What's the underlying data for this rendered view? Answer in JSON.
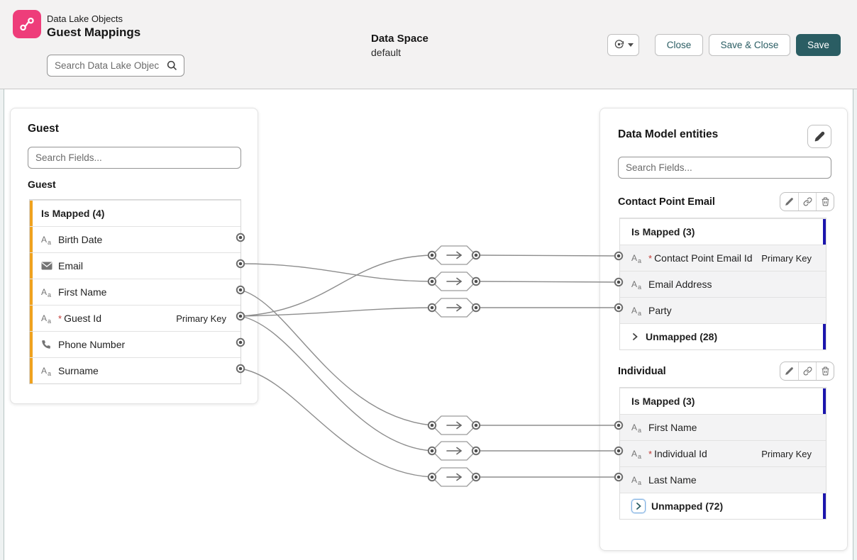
{
  "header": {
    "app_icon": "data-mapping-icon",
    "breadcrumb": "Data Lake Objects",
    "title": "Guest Mappings",
    "search_placeholder": "Search Data Lake Objec",
    "data_space_label": "Data Space",
    "data_space_value": "default",
    "toolbar": {
      "refresh_menu_icon": "refresh-icon",
      "close_label": "Close",
      "save_close_label": "Save & Close",
      "save_label": "Save"
    }
  },
  "symbols": {
    "required": "*"
  },
  "left_panel": {
    "title": "Guest",
    "search_placeholder": "Search Fields...",
    "section_label": "Guest",
    "group_header": "Is Mapped (4)",
    "fields": [
      {
        "label": "Birth Date",
        "icon": "text-type-icon",
        "required": false,
        "badge": ""
      },
      {
        "label": "Email",
        "icon": "email-icon",
        "required": false,
        "badge": ""
      },
      {
        "label": "First Name",
        "icon": "text-type-icon",
        "required": false,
        "badge": ""
      },
      {
        "label": "Guest Id",
        "icon": "text-type-icon",
        "required": true,
        "badge": "Primary Key"
      },
      {
        "label": "Phone Number",
        "icon": "phone-icon",
        "required": false,
        "badge": ""
      },
      {
        "label": "Surname",
        "icon": "text-type-icon",
        "required": false,
        "badge": ""
      }
    ]
  },
  "right_panel": {
    "title": "Data Model entities",
    "edit_icon": "edit-icon",
    "search_placeholder": "Search Fields...",
    "entities": [
      {
        "name": "Contact Point Email",
        "actions": [
          "edit-icon",
          "link-icon",
          "delete-icon"
        ],
        "group_header": "Is Mapped (3)",
        "fields": [
          {
            "label": "Contact Point Email Id",
            "icon": "text-type-icon",
            "required": true,
            "badge": "Primary Key"
          },
          {
            "label": "Email Address",
            "icon": "text-type-icon",
            "required": false,
            "badge": ""
          },
          {
            "label": "Party",
            "icon": "text-type-icon",
            "required": false,
            "badge": ""
          }
        ],
        "unmapped_label": "Unmapped (28)"
      },
      {
        "name": "Individual",
        "actions": [
          "edit-icon",
          "link-icon",
          "delete-icon"
        ],
        "group_header": "Is Mapped (3)",
        "fields": [
          {
            "label": "First Name",
            "icon": "text-type-icon",
            "required": false,
            "badge": ""
          },
          {
            "label": "Individual Id",
            "icon": "text-type-icon",
            "required": true,
            "badge": "Primary Key"
          },
          {
            "label": "Last Name",
            "icon": "text-type-icon",
            "required": false,
            "badge": ""
          }
        ],
        "unmapped_label": "Unmapped (72)"
      }
    ]
  },
  "mappings": [
    {
      "from": "Guest.Email",
      "to": "Contact Point Email.Email Address"
    },
    {
      "from": "Guest.Guest Id",
      "to": "Contact Point Email.Contact Point Email Id"
    },
    {
      "from": "Guest.Guest Id",
      "to": "Contact Point Email.Party"
    },
    {
      "from": "Guest.Guest Id",
      "to": "Individual.Individual Id"
    },
    {
      "from": "Guest.First Name",
      "to": "Individual.First Name"
    },
    {
      "from": "Guest.Surname",
      "to": "Individual.Last Name"
    }
  ],
  "colors": {
    "brand_teal": "#2a5d63",
    "logo_pink": "#ee3d7a",
    "mapped_bar_yellow": "#f0a21f",
    "entity_bar_navy": "#1b15ad",
    "header_bg": "#f3f2f2",
    "row_mapped_bg": "#f3f3f4",
    "wire_gray": "#8d8d8d"
  }
}
